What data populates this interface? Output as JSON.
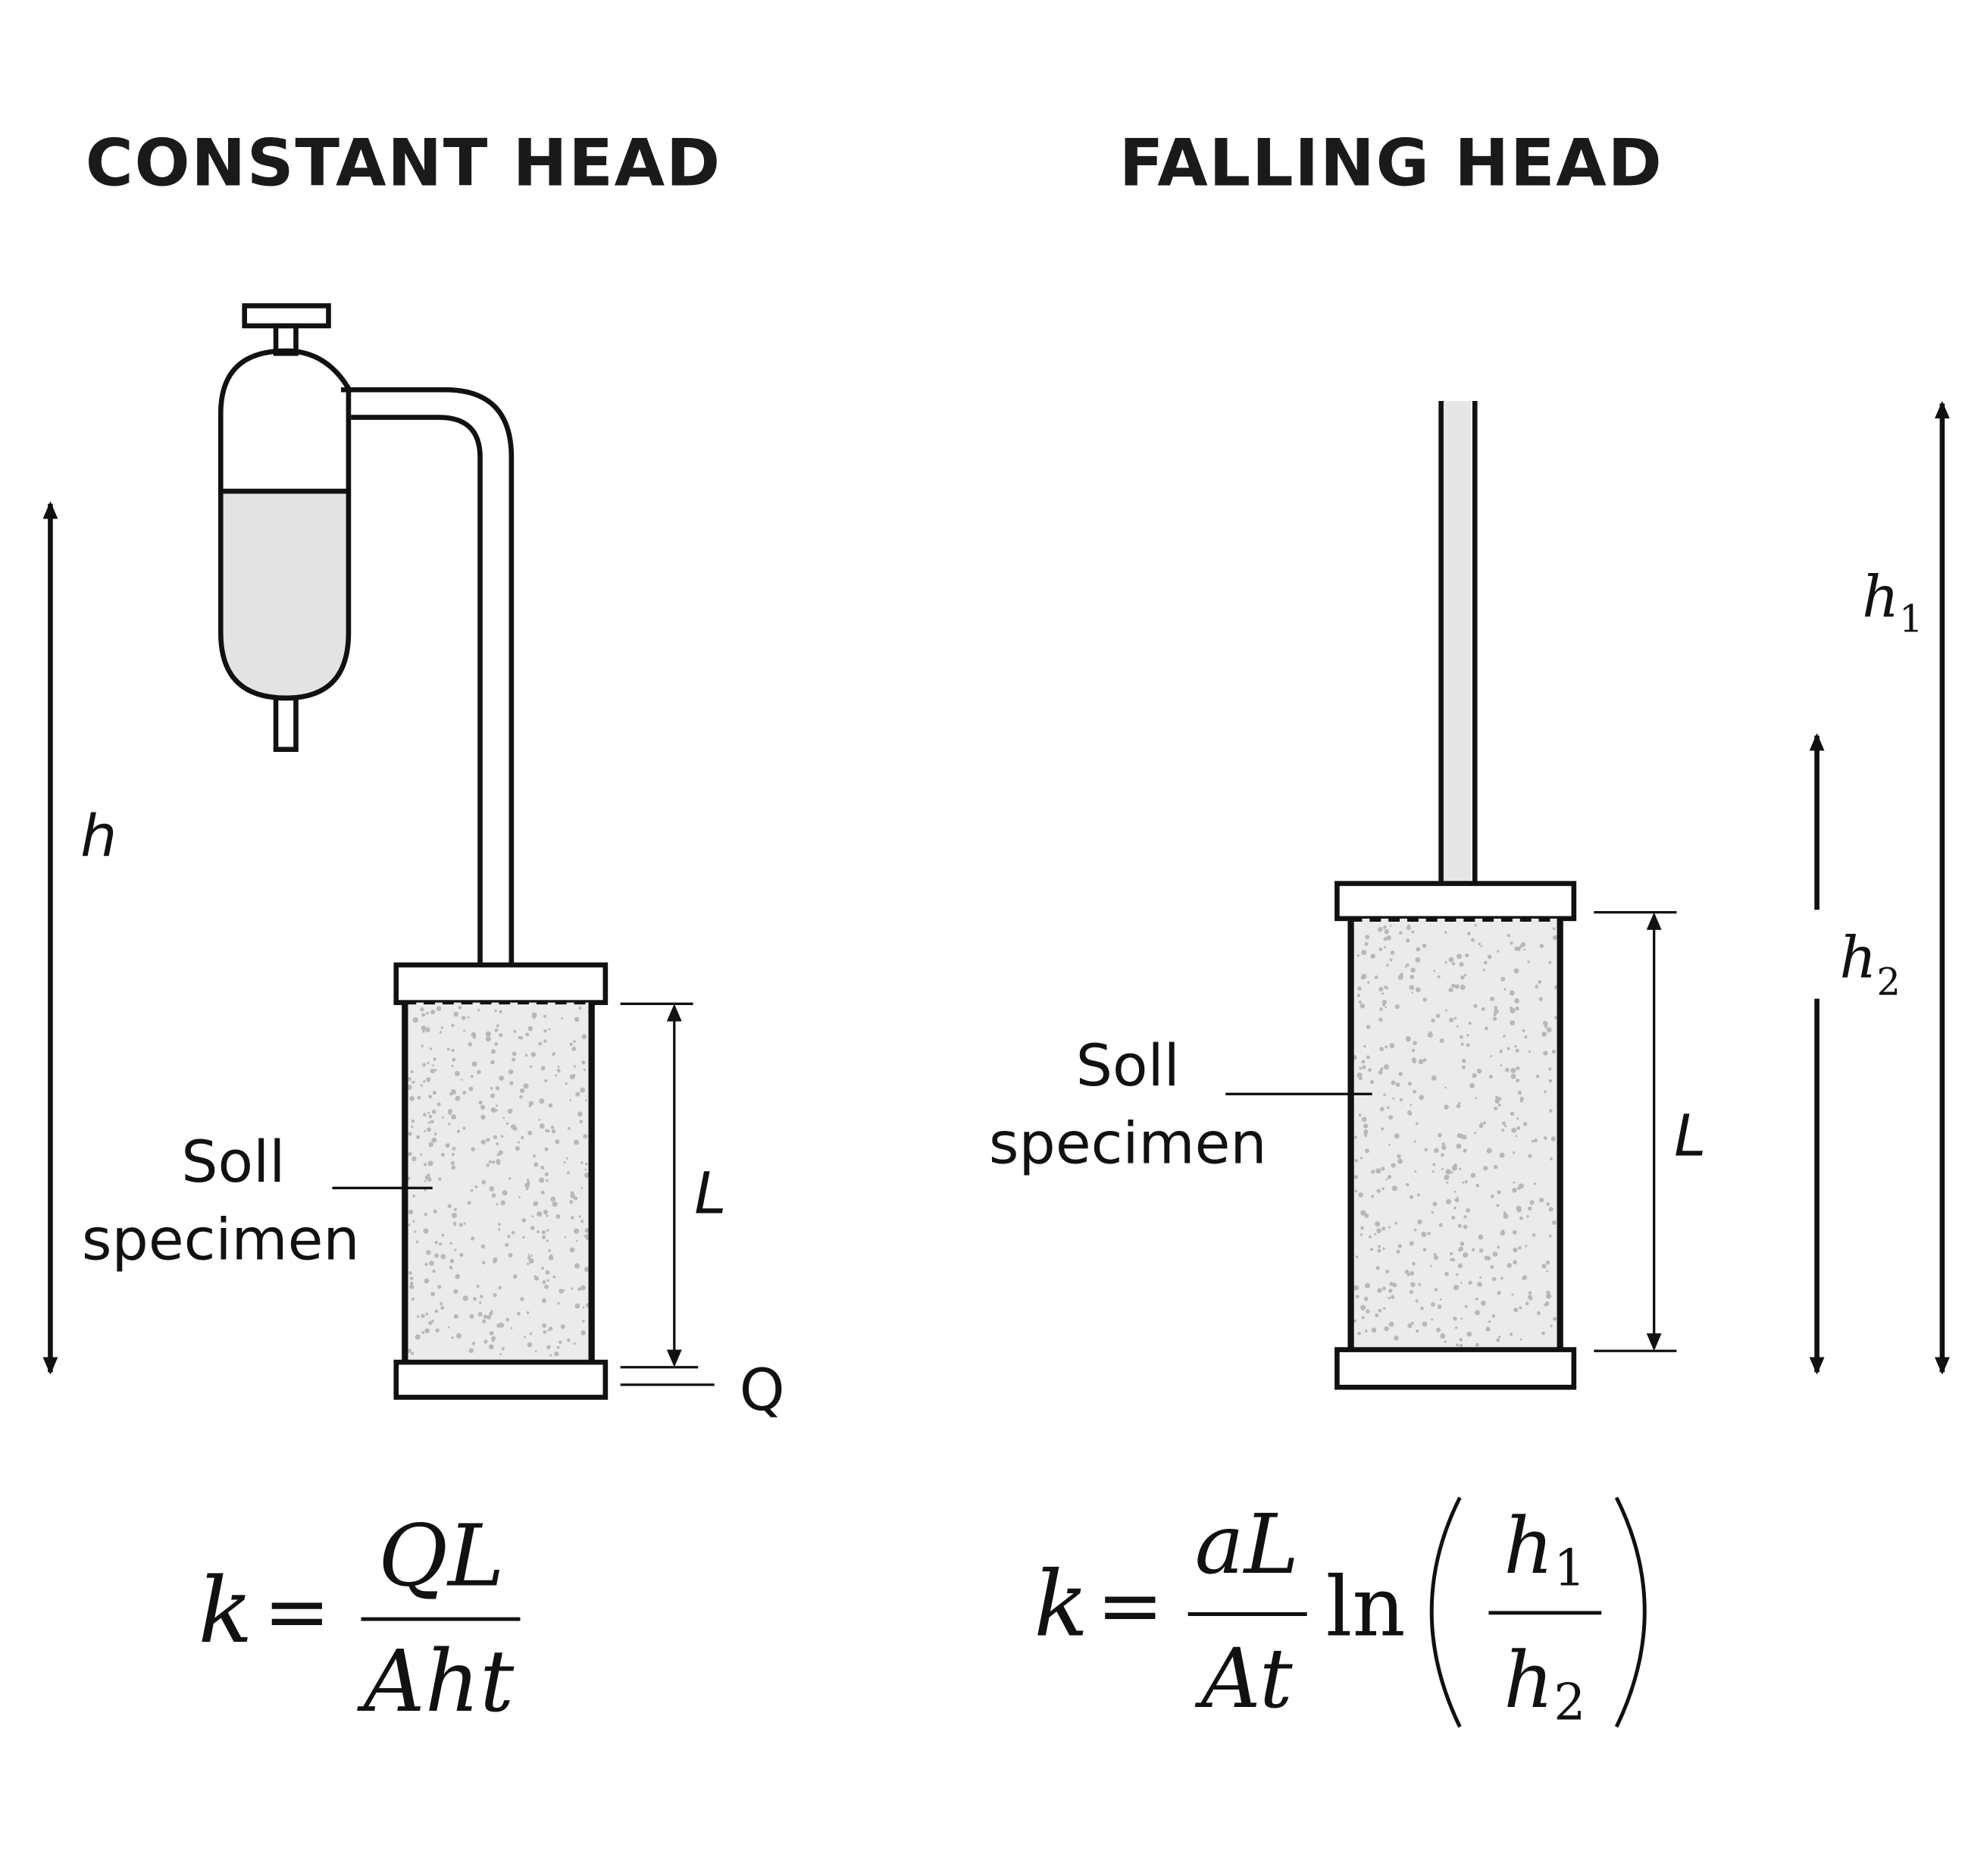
{
  "titles": {
    "constant": "CONSTANT HEAD",
    "falling": "FALLING HEAD"
  },
  "constant_head": {
    "soil_label_line1": "Soll",
    "soil_label_line2": "specimen",
    "head_label": "h",
    "length_label": "L",
    "flow_label": "Q",
    "formula": {
      "lhs": "k",
      "eq": "=",
      "numerator": "QL",
      "denominator": "Aht"
    }
  },
  "falling_head": {
    "soil_label_line1": "Soll",
    "soil_label_line2": "specimen",
    "length_label": "L",
    "h1_label": "h",
    "h1_sub": "1",
    "h2_label": "h",
    "h2_sub": "2",
    "formula": {
      "lhs": "k",
      "eq": "=",
      "numerator": "aL",
      "denominator": "At",
      "func": "ln",
      "inner_num": "h",
      "inner_num_sub": "1",
      "inner_den": "h",
      "inner_den_sub": "2"
    }
  },
  "colors": {
    "ink": "#111111",
    "water": "#e3e3e3",
    "soil": "#ebebeb",
    "soil_dots": "#b8b8b8"
  }
}
